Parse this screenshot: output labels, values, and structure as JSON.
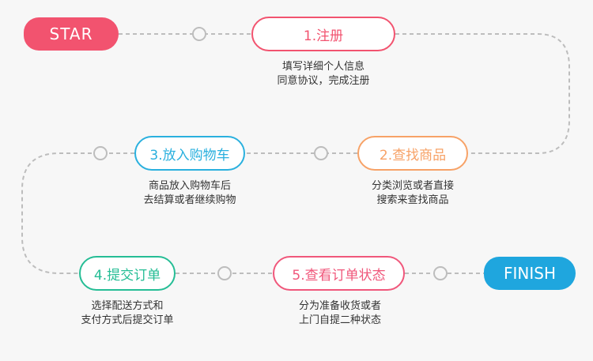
{
  "start_label": "STAR",
  "finish_label": "FINISH",
  "colors": {
    "start": "#f2536f",
    "finish": "#1fa6de",
    "connector": "#bdbdbd"
  },
  "steps": [
    {
      "label": "1.注册",
      "color": "#f2536f",
      "desc": [
        "填写详细个人信息",
        "同意协议，完成注册"
      ]
    },
    {
      "label": "2.查找商品",
      "color": "#f7a267",
      "desc": [
        "分类浏览或者直接",
        "搜索来查找商品"
      ]
    },
    {
      "label": "3.放入购物车",
      "color": "#2ab0de",
      "desc": [
        "商品放入购物车后",
        "去结算或者继续购物"
      ]
    },
    {
      "label": "4.提交订单",
      "color": "#25bd95",
      "desc": [
        "选择配送方式和",
        "支付方式后提交订单"
      ]
    },
    {
      "label": "5.查看订单状态",
      "color": "#f0577b",
      "desc": [
        "分为准备收货或者",
        "上门自提二种状态"
      ]
    }
  ]
}
